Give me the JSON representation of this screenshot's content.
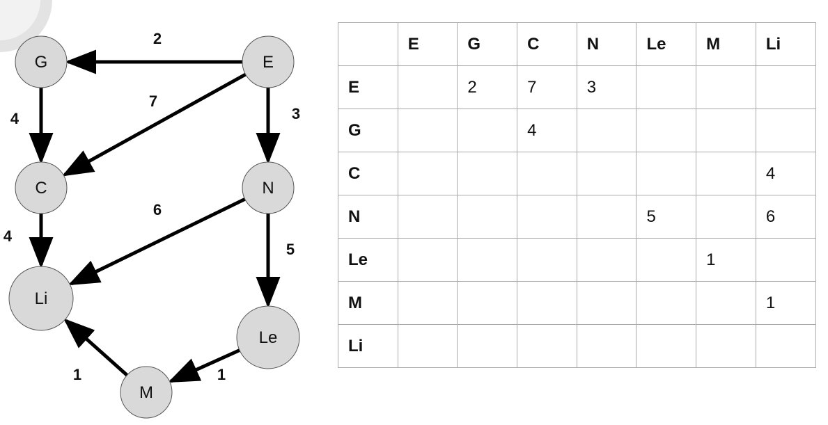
{
  "diagram": {
    "nodes": [
      {
        "id": "G",
        "label": "G"
      },
      {
        "id": "E",
        "label": "E"
      },
      {
        "id": "C",
        "label": "C"
      },
      {
        "id": "N",
        "label": "N"
      },
      {
        "id": "Li",
        "label": "Li"
      },
      {
        "id": "Le",
        "label": "Le"
      },
      {
        "id": "M",
        "label": "M"
      }
    ],
    "edges": [
      {
        "from": "E",
        "to": "G",
        "weight": "2"
      },
      {
        "from": "E",
        "to": "C",
        "weight": "7"
      },
      {
        "from": "E",
        "to": "N",
        "weight": "3"
      },
      {
        "from": "G",
        "to": "C",
        "weight": "4"
      },
      {
        "from": "C",
        "to": "Li",
        "weight": "4"
      },
      {
        "from": "N",
        "to": "Li",
        "weight": "6"
      },
      {
        "from": "N",
        "to": "Le",
        "weight": "5"
      },
      {
        "from": "Le",
        "to": "M",
        "weight": "1"
      },
      {
        "from": "M",
        "to": "Li",
        "weight": "1"
      }
    ],
    "colors": {
      "node_fill": "#d9d9d9",
      "node_stroke": "#555555",
      "edge": "#000000",
      "decoration": "#e3e3e3"
    }
  },
  "table": {
    "corner": "",
    "columns": [
      "E",
      "G",
      "C",
      "N",
      "Le",
      "M",
      "Li"
    ],
    "rows": [
      {
        "label": "E",
        "cells": [
          "",
          "2",
          "7",
          "3",
          "",
          "",
          ""
        ]
      },
      {
        "label": "G",
        "cells": [
          "",
          "",
          "4",
          "",
          "",
          "",
          ""
        ]
      },
      {
        "label": "C",
        "cells": [
          "",
          "",
          "",
          "",
          "",
          "",
          "4"
        ]
      },
      {
        "label": "N",
        "cells": [
          "",
          "",
          "",
          "",
          "5",
          "",
          "6"
        ]
      },
      {
        "label": "Le",
        "cells": [
          "",
          "",
          "",
          "",
          "",
          "1",
          ""
        ]
      },
      {
        "label": "M",
        "cells": [
          "",
          "",
          "",
          "",
          "",
          "",
          "1"
        ]
      },
      {
        "label": "Li",
        "cells": [
          "",
          "",
          "",
          "",
          "",
          "",
          ""
        ]
      }
    ],
    "border_color": "#a9a9a9"
  }
}
